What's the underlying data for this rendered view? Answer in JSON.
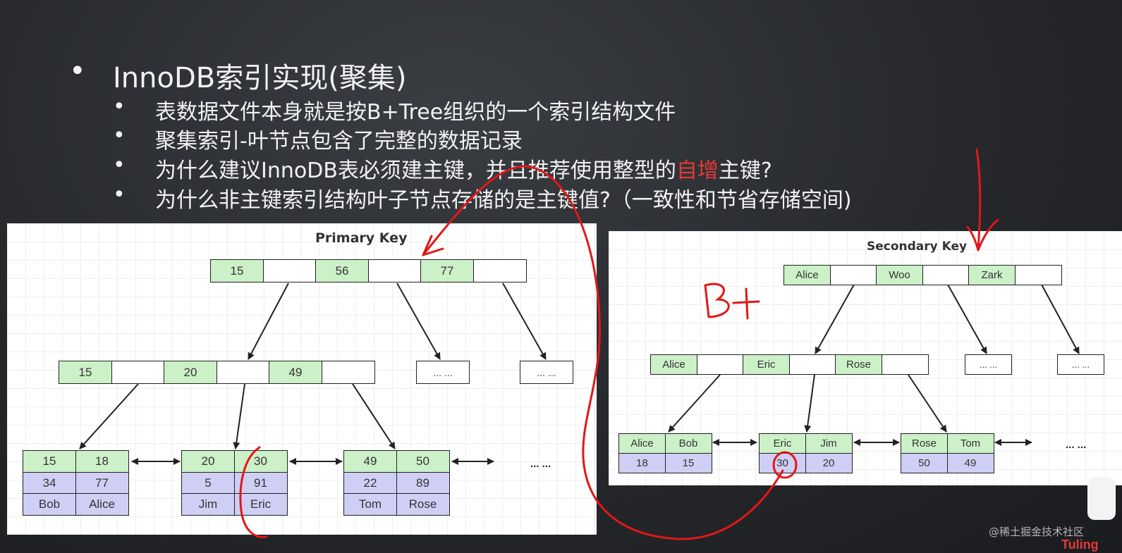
{
  "slide": {
    "title": "InnoDB索引实现(聚集)",
    "bullet_symbol": "•",
    "points": [
      {
        "text": "表数据文件本身就是按B+Tree组织的一个索引结构文件"
      },
      {
        "text": "聚集索引-叶节点包含了完整的数据记录"
      },
      {
        "pre": "为什么建议InnoDB表必须建主键，并且推荐使用整型的",
        "highlight": "自增",
        "post": "主键?"
      },
      {
        "text": "为什么非主键索引结构叶子节点存储的是主键值?（一致性和节省存储空间)"
      }
    ]
  },
  "primary_tree": {
    "title": "Primary Key",
    "root": [
      "15",
      "",
      "56",
      "",
      "77",
      ""
    ],
    "level2": [
      "15",
      "",
      "20",
      "",
      "49",
      ""
    ],
    "placeholder": "... ...",
    "leaves": [
      {
        "keys": [
          "15",
          "18"
        ],
        "ids": [
          "34",
          "77"
        ],
        "names": [
          "Bob",
          "Alice"
        ]
      },
      {
        "keys": [
          "20",
          "30"
        ],
        "ids": [
          "5",
          "91"
        ],
        "names": [
          "Jim",
          "Eric"
        ]
      },
      {
        "keys": [
          "49",
          "50"
        ],
        "ids": [
          "22",
          "89"
        ],
        "names": [
          "Tom",
          "Rose"
        ]
      }
    ],
    "leaf_more": "... ..."
  },
  "secondary_tree": {
    "title": "Secondary Key",
    "root": [
      "Alice",
      "",
      "Woo",
      "",
      "Zark",
      ""
    ],
    "level2": [
      "Alice",
      "",
      "Eric",
      "",
      "Rose",
      ""
    ],
    "placeholder": "... ...",
    "leaves": [
      {
        "keys": [
          "Alice",
          "Bob"
        ],
        "pks": [
          "18",
          "15"
        ]
      },
      {
        "keys": [
          "Eric",
          "Jim"
        ],
        "pks": [
          "30",
          "20"
        ]
      },
      {
        "keys": [
          "Rose",
          "Tom"
        ],
        "pks": [
          "50",
          "49"
        ]
      }
    ],
    "leaf_more": "... ..."
  },
  "annotation": {
    "text": "B+",
    "color": "#e01818"
  },
  "watermark": "@稀土掘金技术社区",
  "logo": "Tuling",
  "colors": {
    "key_cell": "#ccf0c8",
    "data_cell": "#cfcff5",
    "highlight": "#e53935",
    "ink": "#e01818"
  }
}
